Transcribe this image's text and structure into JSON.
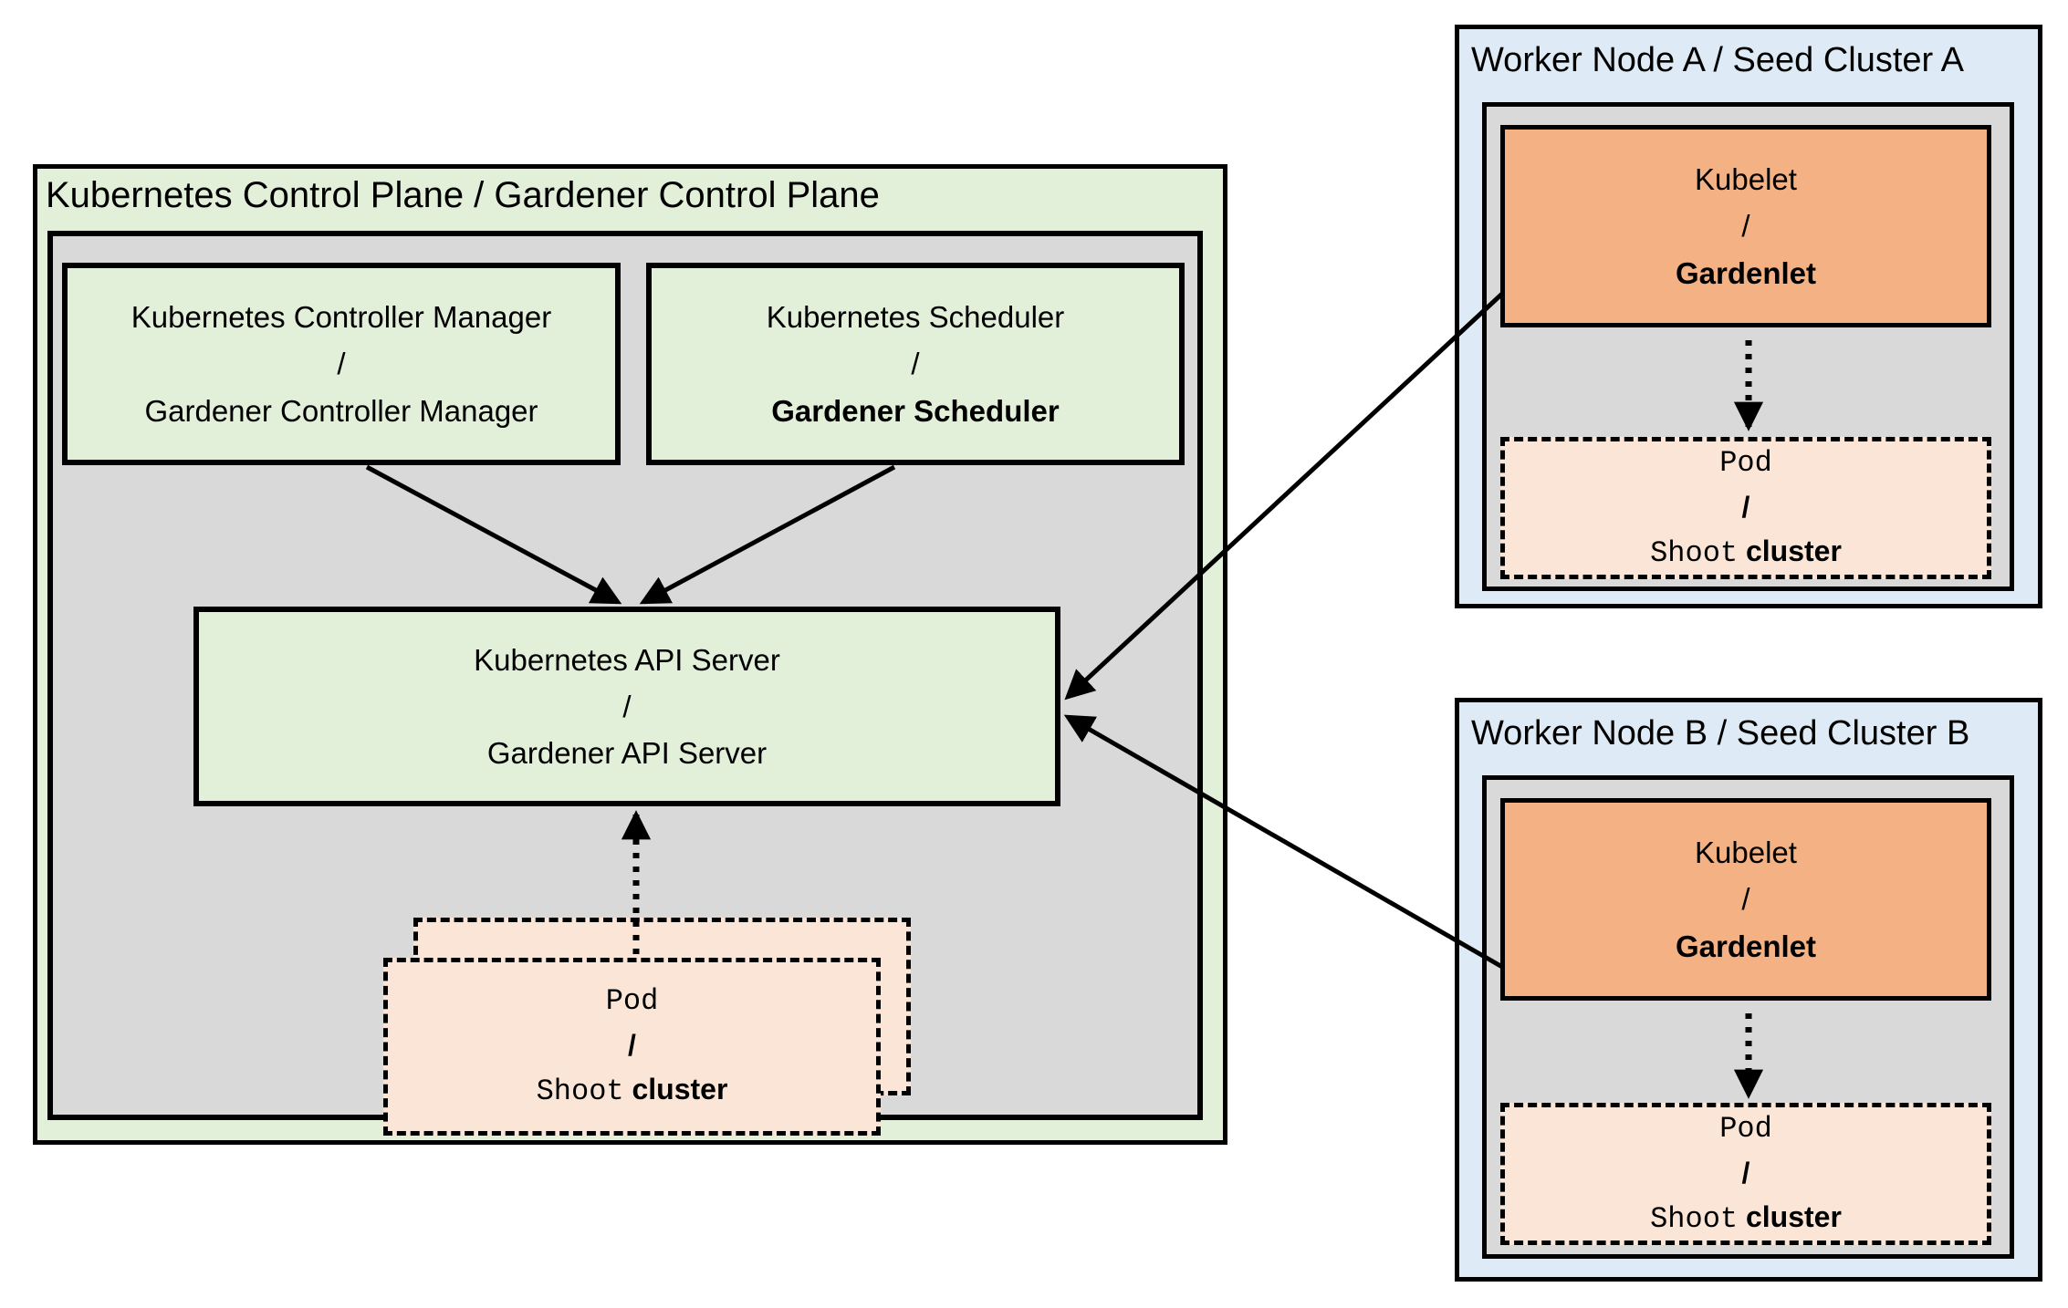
{
  "control_plane": {
    "title": "Kubernetes Control Plane / Gardener Control Plane",
    "controller_manager": {
      "line1": "Kubernetes Controller Manager",
      "slash": "/",
      "line3": "Gardener Controller Manager"
    },
    "scheduler": {
      "line1": "Kubernetes Scheduler",
      "slash": "/",
      "line3": "Gardener Scheduler"
    },
    "api_server": {
      "line1": "Kubernetes API Server",
      "slash": "/",
      "line3": "Gardener API Server"
    }
  },
  "worker_node_a": {
    "title": "Worker Node A / Seed Cluster A"
  },
  "worker_node_b": {
    "title": "Worker Node B / Seed Cluster B"
  },
  "kubelet_box": {
    "line1": "Kubelet",
    "slash": "/",
    "line3": "Gardenlet"
  },
  "pod_box": {
    "line1": "Pod",
    "slash": "/",
    "shoot": "Shoot",
    "cluster": "cluster"
  },
  "arrows": [
    {
      "from": "controller-manager",
      "to": "api-server",
      "style": "solid"
    },
    {
      "from": "scheduler",
      "to": "api-server",
      "style": "solid"
    },
    {
      "from": "pod-shoot-cluster-stack",
      "to": "api-server",
      "style": "dotted"
    },
    {
      "from": "kubelet-gardenlet-a",
      "to": "api-server",
      "style": "solid"
    },
    {
      "from": "kubelet-gardenlet-b",
      "to": "api-server",
      "style": "solid"
    },
    {
      "from": "kubelet-gardenlet-a",
      "to": "pod-shoot-cluster-a",
      "style": "dotted"
    },
    {
      "from": "kubelet-gardenlet-b",
      "to": "pod-shoot-cluster-b",
      "style": "dotted"
    }
  ],
  "colors": {
    "green": "#E2EFD9",
    "gray": "#D9D9D9",
    "blue": "#DEEAF6",
    "orange": "#F4B183",
    "peach": "#FBE5D6",
    "line": "#000000",
    "bg": "#FFFFFF"
  }
}
